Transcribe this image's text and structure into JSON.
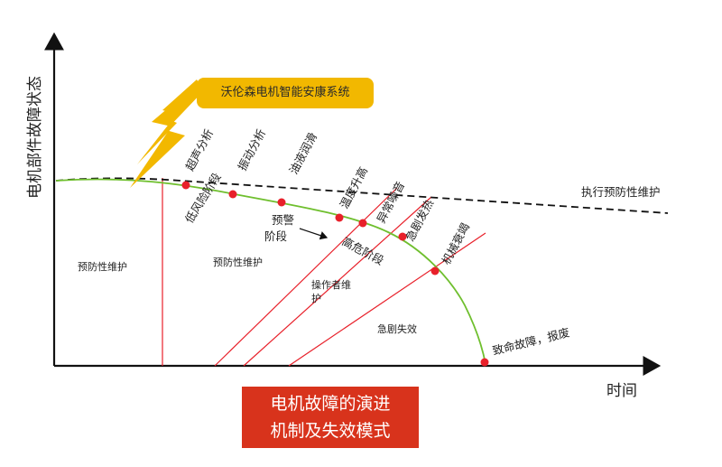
{
  "banner": {
    "text": "沃伦森电机智能安康系统"
  },
  "axes": {
    "y_label": "电机部件故障状态",
    "x_label": "时间"
  },
  "title": {
    "line1": "电机故障的演进",
    "line2": "机制及失效模式"
  },
  "curves": {
    "maintenance_line_label": "执行预防性维护",
    "end_label": "致命故障，报废"
  },
  "stages": {
    "low_risk": "低风险阶段",
    "warning": "预警阶段",
    "high_risk": "高危阶段",
    "warning_line1": "预警",
    "warning_line2": "阶段"
  },
  "zones": {
    "pm1": "预防性维护",
    "pm2": "预防性维护",
    "operator_line1": "操作者维",
    "operator_line2": "护",
    "rapid_failure": "急剧失效"
  },
  "diagnostics": [
    "超声分析",
    "振动分析",
    "油液润滑",
    "温度升高",
    "异常噪音",
    "急剧发热",
    "机械衰竭"
  ],
  "colors": {
    "banner": "#f2b800",
    "title_bg": "#d8331c",
    "curve": "#6fbf2e",
    "dots": "#e8202a",
    "lines": "#e8202a"
  }
}
